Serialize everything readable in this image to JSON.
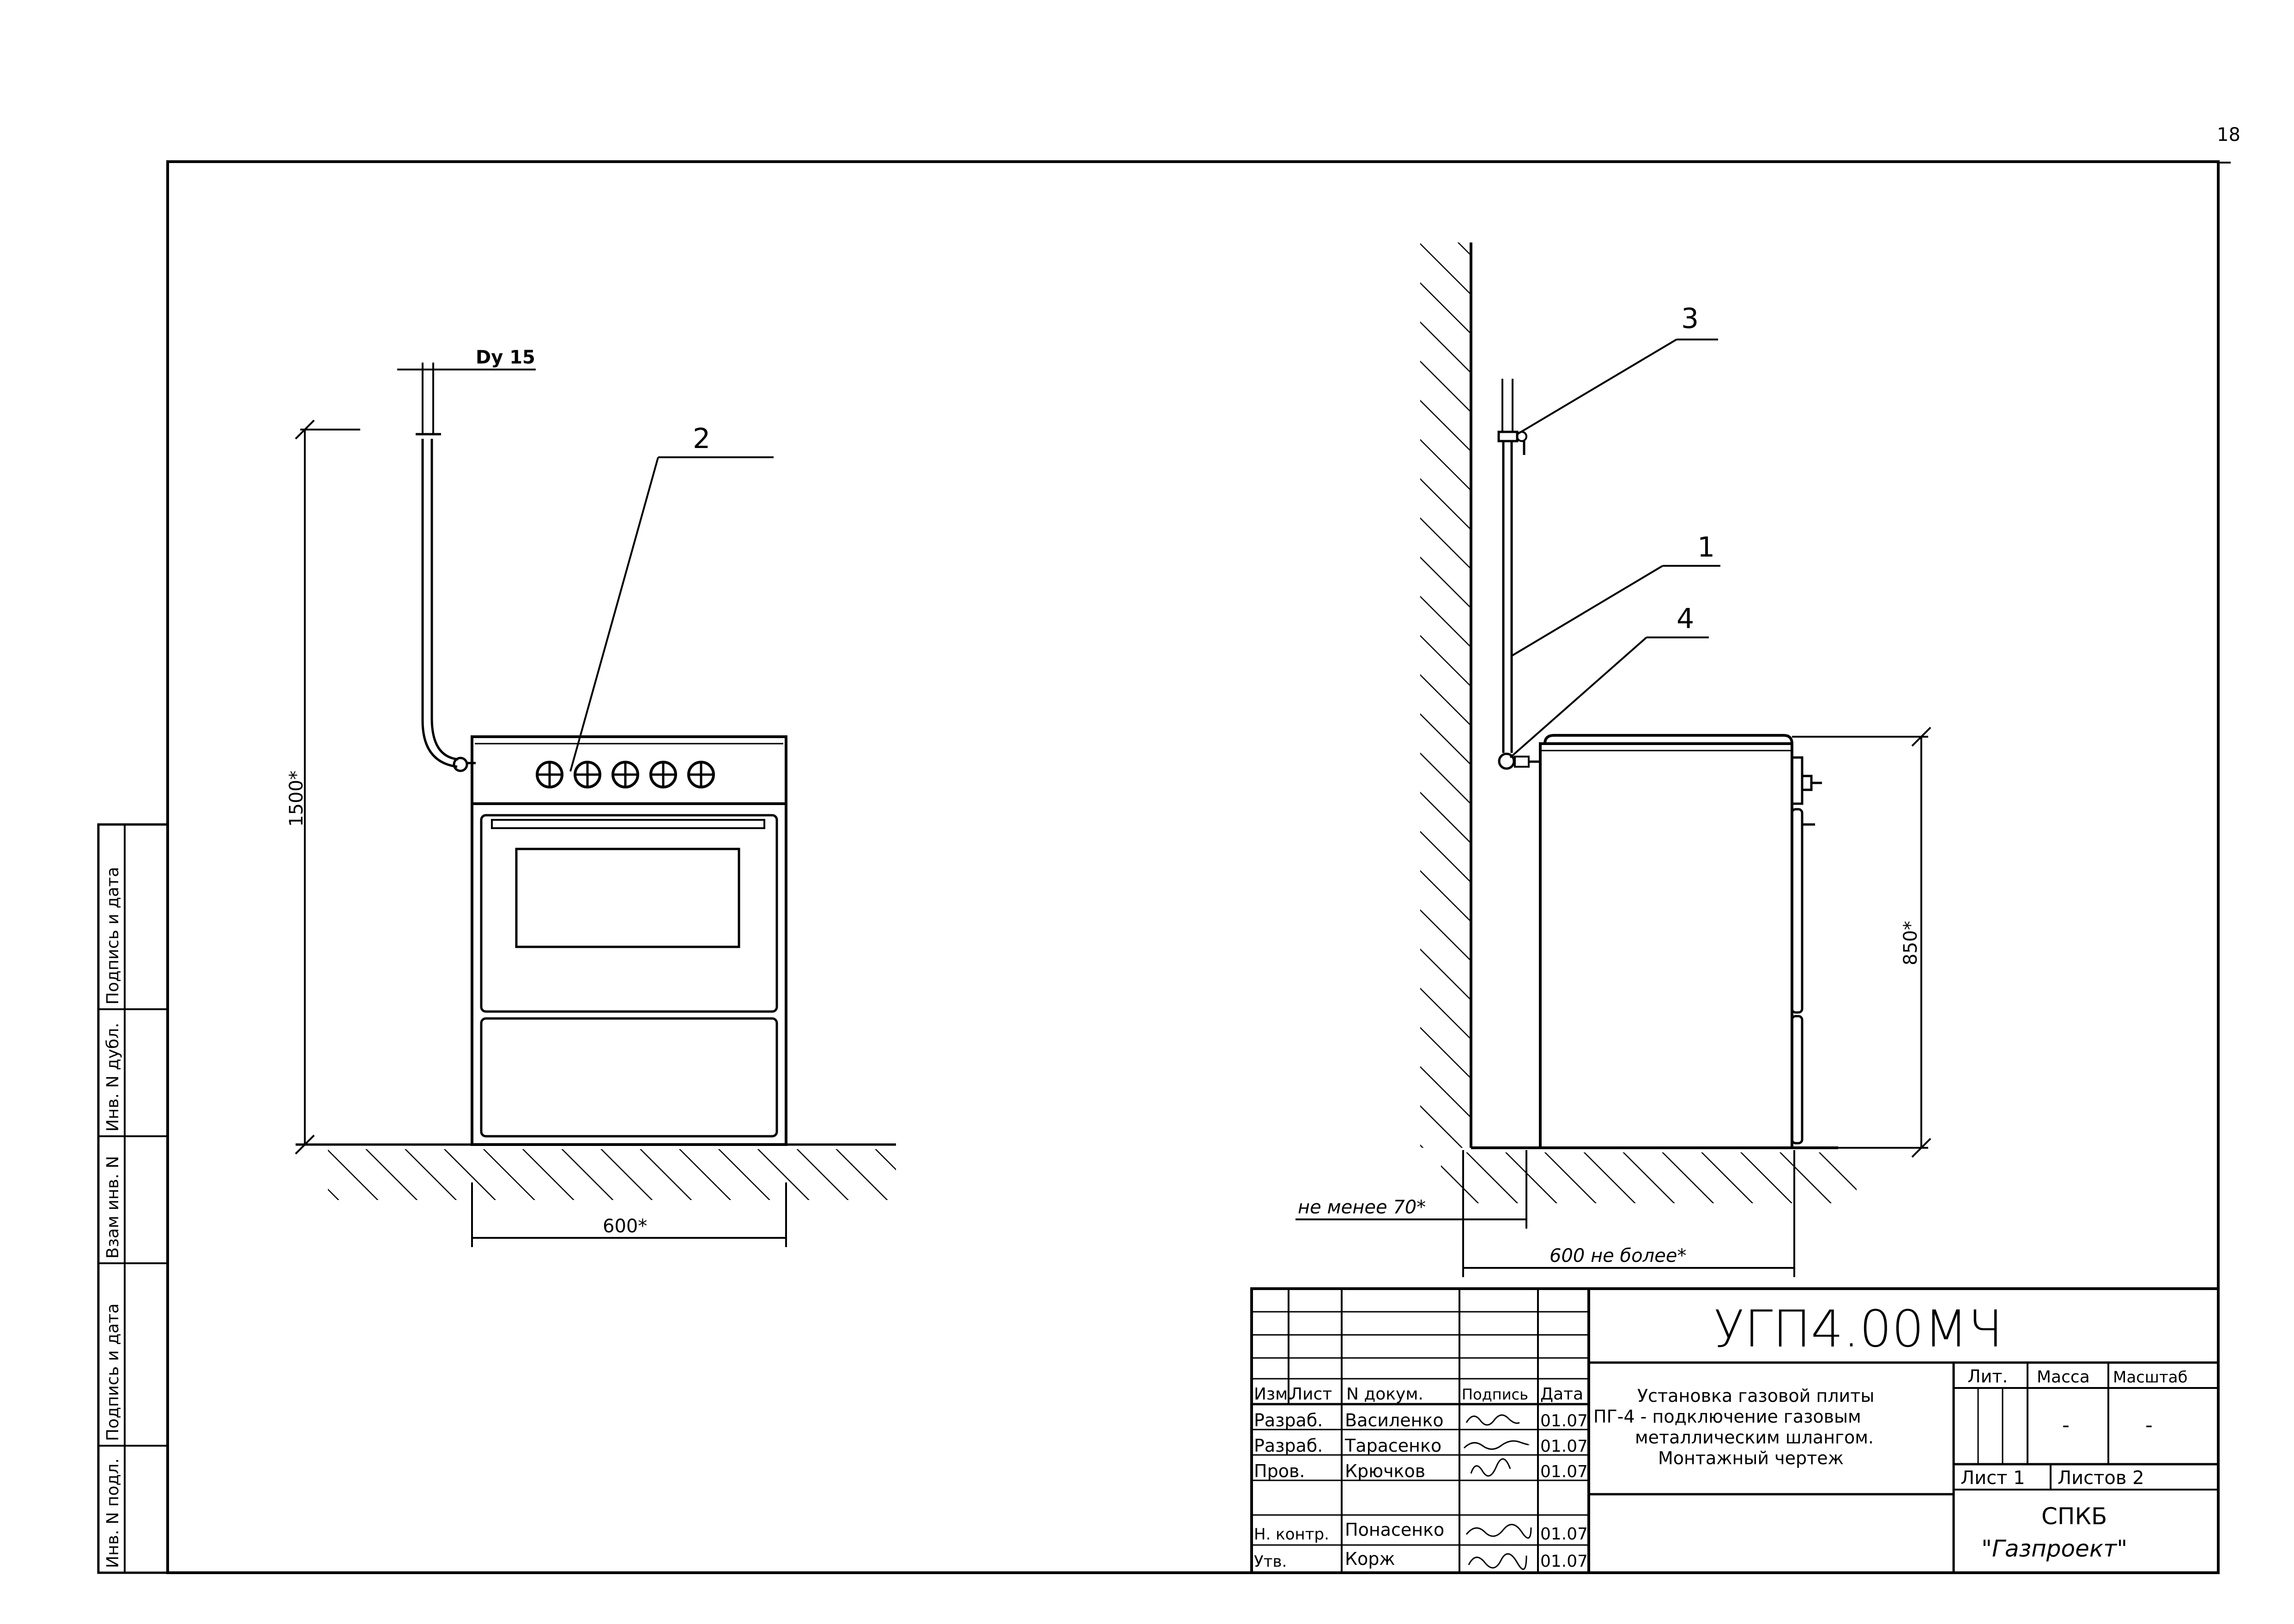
{
  "page_number": "18",
  "pipe_label": "Dy 15",
  "dimensions": {
    "height_front": "1500*",
    "width_front": "600*",
    "height_side": "850*",
    "gap_min": "не менее 70*",
    "depth_max": "600 не более*"
  },
  "callouts": {
    "c1": "1",
    "c2": "2",
    "c3": "3",
    "c4": "4"
  },
  "left_strip": [
    "Инв. N подл.",
    "Подпись и дата",
    "Взам инв. N",
    "Инв. N дубл.",
    "Подпись и дата"
  ],
  "title_block": {
    "code": "УГП4.00МЧ",
    "title_lines": [
      "Установка газовой плиты",
      "ПГ-4 - подключение газовым",
      "металлическим шлангом.",
      "Монтажный чертеж"
    ],
    "headers": {
      "izm": "Изм.",
      "list": "Лист",
      "doc": "N докум.",
      "sign": "Подпись",
      "date": "Дата"
    },
    "rows": [
      {
        "role": "Разраб.",
        "name": "Василенко",
        "date": "01.07"
      },
      {
        "role": "Разраб.",
        "name": "Тарасенко",
        "date": "01.07"
      },
      {
        "role": "Пров.",
        "name": "Крючков",
        "date": "01.07"
      },
      {
        "role": "Н. контр.",
        "name": "Понасенко",
        "date": "01.07"
      },
      {
        "role": "Утв.",
        "name": "Корж",
        "date": "01.07"
      }
    ],
    "lit_label": "Лит.",
    "mass_label": "Масса",
    "scale_label": "Масштаб",
    "mass_value": "-",
    "scale_value": "-",
    "sheet": "Лист 1",
    "sheets": "Листов 2",
    "org_line1": "СПКБ",
    "org_line2": "\"Газпроект\""
  }
}
